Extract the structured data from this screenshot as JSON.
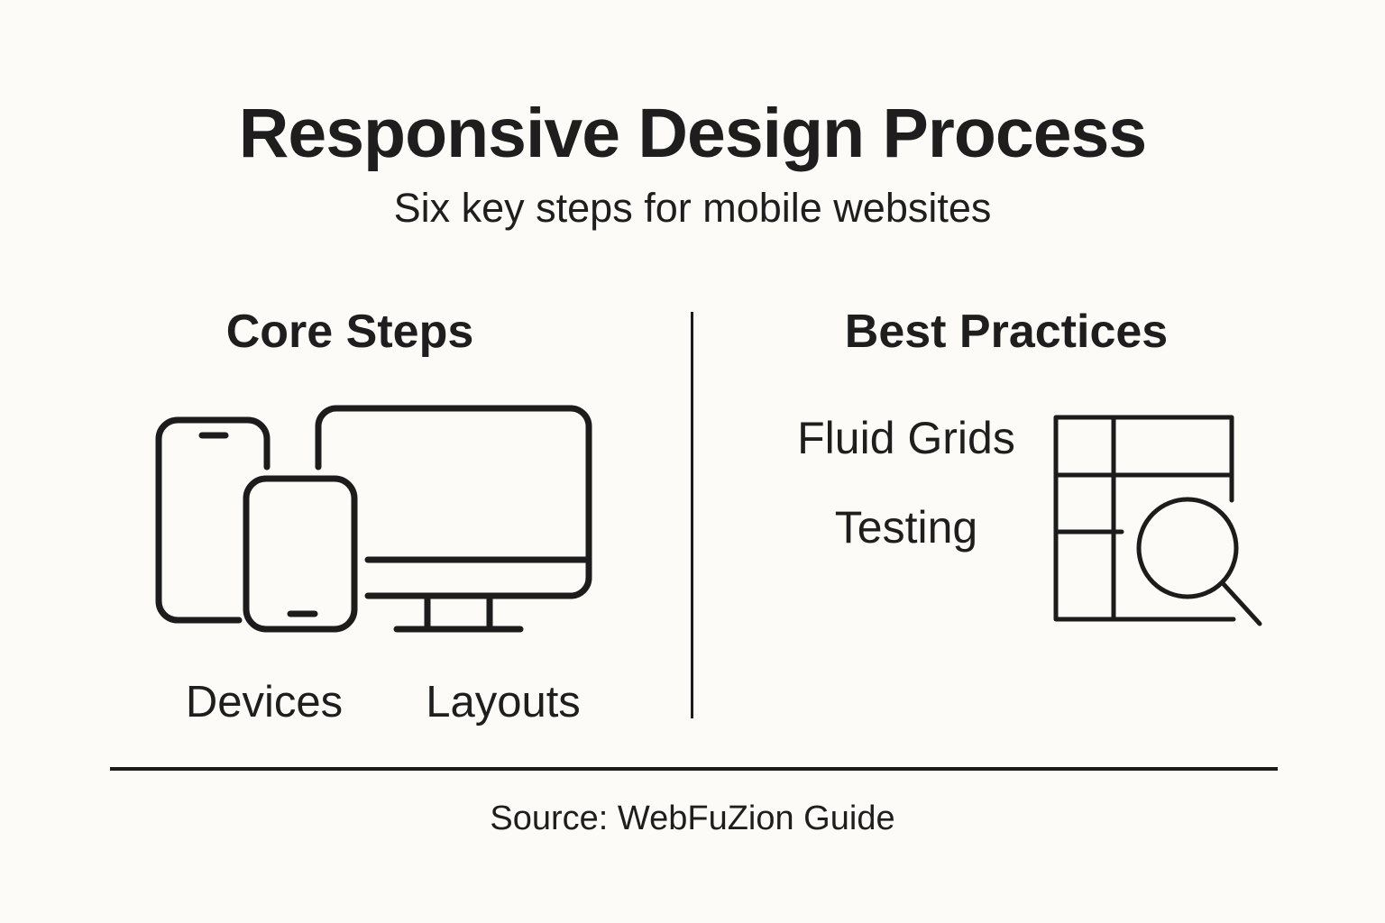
{
  "colors": {
    "background": "#FCFBF8",
    "text": "#1E1E1E",
    "line": "#1C1C1C"
  },
  "header": {
    "title": "Responsive Design Process",
    "subtitle": "Six key steps for mobile websites"
  },
  "sections": {
    "core_steps": {
      "heading": "Core Steps",
      "icon": "devices-icon",
      "labels": [
        "Devices",
        "Layouts"
      ]
    },
    "best_practices": {
      "heading": "Best Practices",
      "items": [
        "Fluid Grids",
        "Testing"
      ],
      "icon": "grid-magnifier-icon"
    }
  },
  "footer": {
    "source": "Source: WebFuZion Guide"
  }
}
